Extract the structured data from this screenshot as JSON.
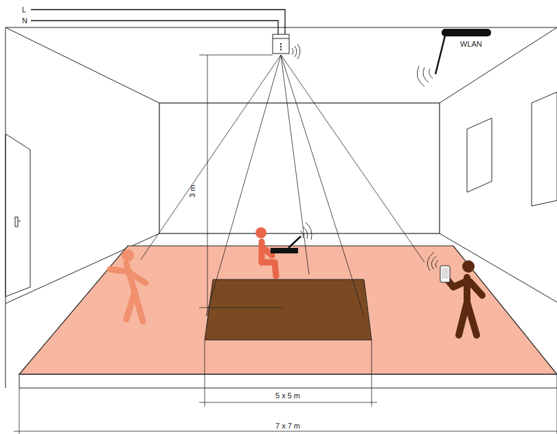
{
  "diagram": {
    "labels": [
      "L",
      "N",
      "WLAN",
      "3 m",
      "5 x 5 m",
      "7 x 7 m"
    ]
  }
}
